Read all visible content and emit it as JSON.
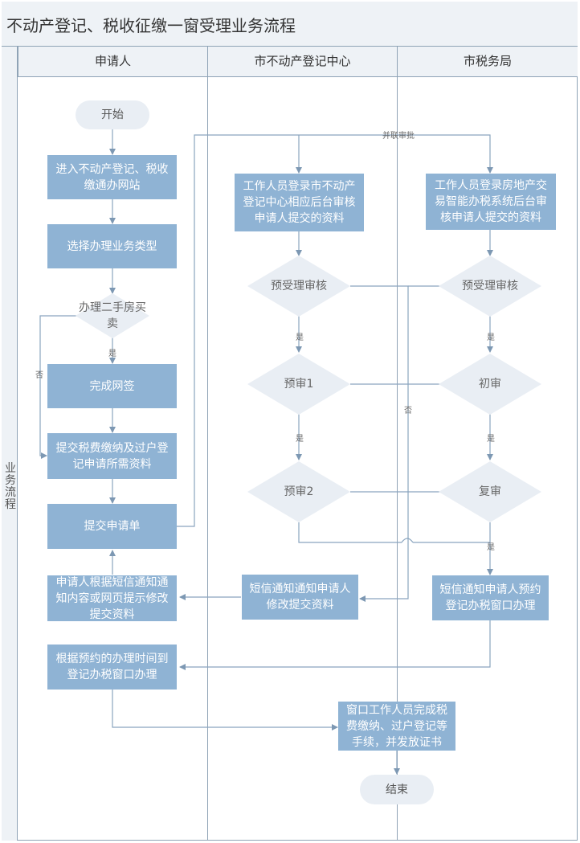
{
  "title": "不动产登记、税收征缴一窗受理业务流程",
  "side_label": "业务流程",
  "lanes": [
    "申请人",
    "市不动产登记中心",
    "市税务局"
  ],
  "nodes": {
    "start": "开始",
    "enter_site": "进入不动产登记、税收缴通办网站",
    "select_type": "选择办理业务类型",
    "second_hand": "办理二手房买卖",
    "sign": "完成网签",
    "submit_docs": "提交税费缴纳及过户登记申请所需资料",
    "submit_form": "提交申请单",
    "modify": "申请人根据短信通知通知内容或网页提示修改提交资料",
    "go_window": "根据预约的办理时间到登记办税窗口办理",
    "reg_staff": "工作人员登录市不动产登记中心相应后台审核申请人提交的资料",
    "reg_pre": "预受理审核",
    "reg_review1": "预审1",
    "reg_review2": "预审2",
    "reg_sms": "短信通知通知申请人修改提交资料",
    "window_staff": "窗口工作人员完成税费缴纳、过户登记等手续，并发放证书",
    "end": "结束",
    "tax_staff": "工作人员登录房地产交易智能办税系统后台审核申请人提交的资料",
    "tax_pre": "预受理审核",
    "tax_first": "初审",
    "tax_second": "复审",
    "tax_sms": "短信通知申请人预约登记办税窗口办理"
  },
  "labels": {
    "parallel": "并联审批",
    "yes": "是",
    "no": "否"
  }
}
